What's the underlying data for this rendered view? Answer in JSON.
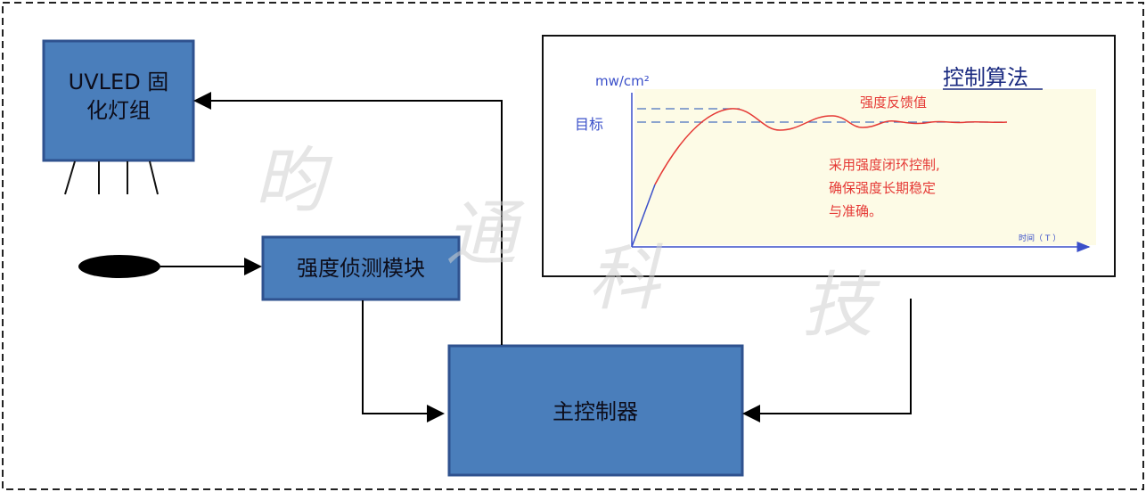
{
  "watermark": [
    "昀",
    "通",
    "科",
    "技"
  ],
  "blocks": {
    "led_group": {
      "line1": "UVLED 固",
      "line2": "化灯组"
    },
    "sensor_module": "强度侦测模块",
    "main_controller": "主控制器"
  },
  "chart_panel": {
    "title": "控制算法",
    "y_unit": "mw/cm²",
    "target_label": "目标",
    "feedback_label": "强度反馈值",
    "note": [
      "采用强度闭环控制,",
      "确保强度长期稳定",
      "与准确。"
    ],
    "x_label": "时间（ T ）",
    "colors": {
      "axis": "#3a4fc9",
      "curve": "#e53935",
      "target_line": "#4a6fc0",
      "background": "#fdfbe6"
    }
  },
  "colors": {
    "block_fill": "#4a7ebb",
    "block_border": "#2f528f"
  }
}
